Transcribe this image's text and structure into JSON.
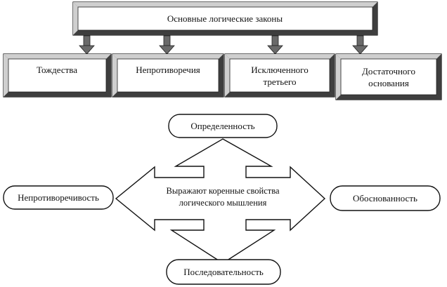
{
  "top_box": {
    "label": "Основные логические законы"
  },
  "laws": [
    {
      "lines": [
        "Тождества"
      ]
    },
    {
      "lines": [
        "Непротиворечия"
      ]
    },
    {
      "lines": [
        "Исключенного",
        "третьего"
      ]
    },
    {
      "lines": [
        "Достаточного",
        "основания"
      ]
    }
  ],
  "center": {
    "lines": [
      "Выражают коренные свойства",
      "логического мышления"
    ]
  },
  "properties": {
    "top": "Определенность",
    "left": "Непротиворечивость",
    "right": "Обоснованность",
    "bottom": "Последовательность"
  }
}
